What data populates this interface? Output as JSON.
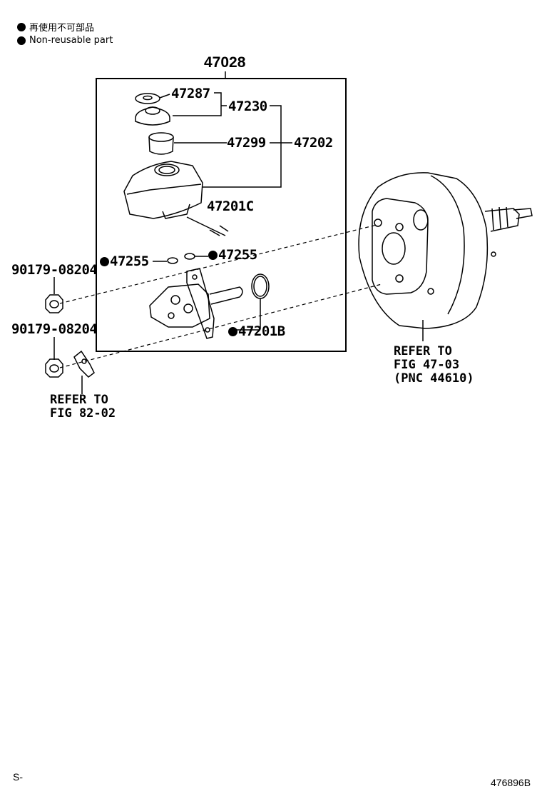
{
  "legend": {
    "jp": "再使用不可部品",
    "en": "Non-reusable part"
  },
  "parts": {
    "assembly": "47028",
    "p47287": "47287",
    "p47230": "47230",
    "p47299": "47299",
    "p47202": "47202",
    "p47201C": "47201C",
    "p47255_left": "47255",
    "p47255_right": "47255",
    "p47201B": "47201B",
    "nut_upper": "90179-08204",
    "nut_lower": "90179-08204"
  },
  "references": {
    "booster": "REFER TO\nFIG 47-03\n(PNC 44610)",
    "bracket": "REFER TO\nFIG 82-02"
  },
  "footer": {
    "left": "S-",
    "right": "476896B"
  }
}
